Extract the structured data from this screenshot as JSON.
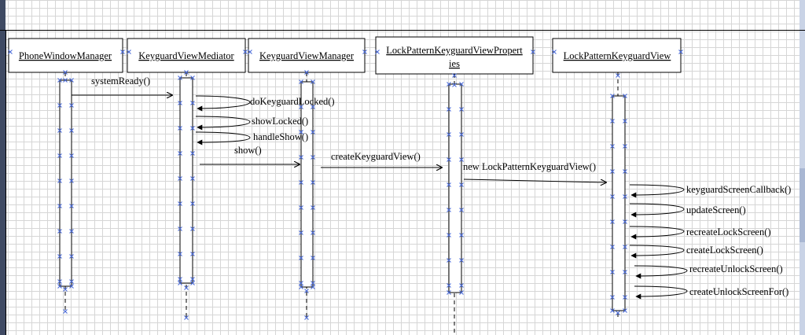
{
  "diagram": {
    "type": "sequence",
    "lifelines": [
      "PhoneWindowManager",
      "KeyguardViewMediator",
      "KeyguardViewManager",
      "LockPatternKeyguardViewPropert|ies",
      "LockPatternKeyguardView"
    ],
    "messages": [
      {
        "from": "PhoneWindowManager",
        "to": "KeyguardViewMediator",
        "label": "systemReady()"
      },
      {
        "from": "KeyguardViewMediator",
        "to": "KeyguardViewMediator",
        "label": "doKeyguardLocked()"
      },
      {
        "from": "KeyguardViewMediator",
        "to": "KeyguardViewMediator",
        "label": "showLocked()"
      },
      {
        "from": "KeyguardViewMediator",
        "to": "KeyguardViewMediator",
        "label": "handleShow()"
      },
      {
        "from": "KeyguardViewMediator",
        "to": "KeyguardViewManager",
        "label": "show()"
      },
      {
        "from": "KeyguardViewManager",
        "to": "LockPatternKeyguardViewProperties",
        "label": "createKeyguardView()"
      },
      {
        "from": "LockPatternKeyguardViewProperties",
        "to": "LockPatternKeyguardView",
        "label": "new LockPatternKeyguardView()"
      },
      {
        "from": "LockPatternKeyguardView",
        "to": "LockPatternKeyguardView",
        "label": "keyguardScreenCallback()"
      },
      {
        "from": "LockPatternKeyguardView",
        "to": "LockPatternKeyguardView",
        "label": "updateScreen()"
      },
      {
        "from": "LockPatternKeyguardView",
        "to": "LockPatternKeyguardView",
        "label": "recreateLockScreen()"
      },
      {
        "from": "LockPatternKeyguardView",
        "to": "LockPatternKeyguardView",
        "label": "createLockScreen()"
      },
      {
        "from": "LockPatternKeyguardView",
        "to": "LockPatternKeyguardView",
        "label": "recreateUnlockScreen()"
      },
      {
        "from": "LockPatternKeyguardView",
        "to": "LockPatternKeyguardView",
        "label": "createUnlockScreenFor()"
      }
    ]
  }
}
